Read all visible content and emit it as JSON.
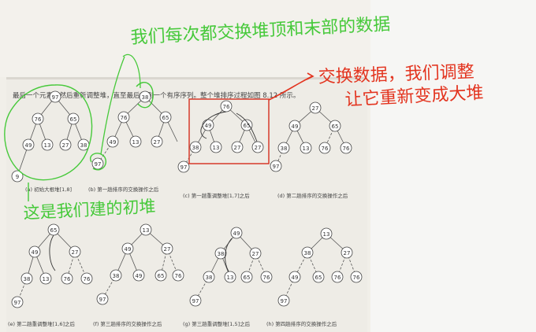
{
  "book": {
    "intro_text": "最后一个元素，然后重新调整堆，直至最后得到一个有序序列。整个堆排序过程如图 8.12 所示。",
    "captions": {
      "a": "(a) 初始大根堆[1,8]",
      "b": "(b) 第一趟排序的交换操作之后",
      "c": "(c) 第一趟重调整堆[1,7]之后",
      "d": "(d) 第二趟排序的交换操作之后",
      "e": "(e) 第二趟重调整堆[1,6]之后",
      "f": "(f) 第三趟排序的交换操作之后",
      "g": "(g) 第三趟重调整堆[1,5]之后",
      "h": "(h) 第四趟排序的交换操作之后"
    },
    "heaps": {
      "a": [
        "97",
        "76",
        "65",
        "49",
        "13",
        "27",
        "38"
      ],
      "b": [
        "38",
        "76",
        "65",
        "49",
        "13",
        "27",
        "97"
      ],
      "c": [
        "76",
        "49",
        "65",
        "38",
        "13",
        "27",
        "97"
      ],
      "d": [
        "27",
        "49",
        "65",
        "38",
        "13",
        "76",
        "97"
      ],
      "e": [
        "65",
        "49",
        "27",
        "38",
        "13",
        "76",
        "97"
      ],
      "f": [
        "13",
        "49",
        "27",
        "38",
        "65",
        "76",
        "97"
      ],
      "g": [
        "49",
        "38",
        "27",
        "13",
        "65",
        "76",
        "97"
      ],
      "h": [
        "13",
        "38",
        "27",
        "49",
        "65",
        "76",
        "97"
      ]
    }
  },
  "annotations": {
    "top_note": "我们每次都交换堆顶和末部的数据",
    "right_note_1": "交换数据，我们调整",
    "right_note_2": "让它重新变成大堆",
    "left_note": "这是我们建的初堆"
  },
  "colors": {
    "green_ink": "#46c93a",
    "red_ink": "#e3341f",
    "red_box": "#d63a2a",
    "print": "#4a4a4a"
  }
}
